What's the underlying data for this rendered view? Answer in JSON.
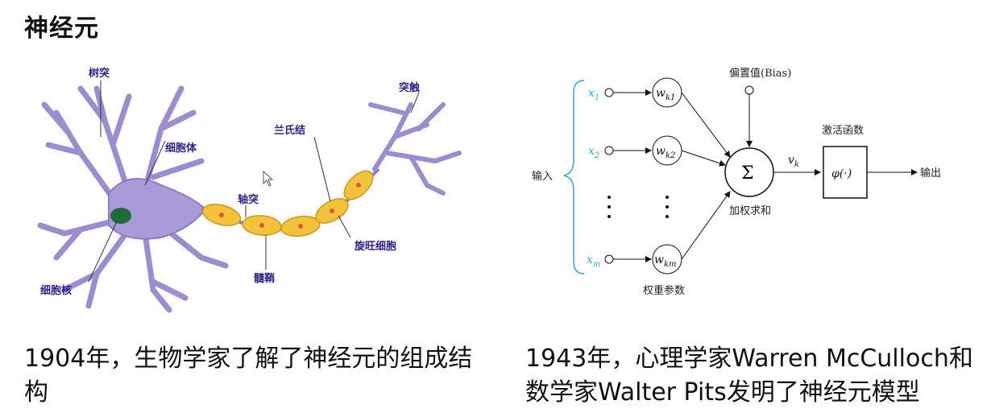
{
  "title": "神经元",
  "neuron": {
    "labels": {
      "dendrite": "树突",
      "cell_body": "细胞体",
      "synapse": "突触",
      "ranvier": "兰氏结",
      "axon": "轴突",
      "schwann": "旋旺细胞",
      "myelin": "髓鞘",
      "nucleus": "细胞核"
    },
    "colors": {
      "body": "#a99ad8",
      "myelin": "#f2c23a",
      "nucleus": "#1f6b3a"
    }
  },
  "model": {
    "inputs_label": "输入",
    "inputs": [
      {
        "var": "x",
        "sub": "1",
        "weight": "w",
        "wsub": "k1"
      },
      {
        "var": "x",
        "sub": "2",
        "weight": "w",
        "wsub": "k2"
      },
      {
        "var": "x",
        "sub": "m",
        "weight": "w",
        "wsub": "km"
      }
    ],
    "bias_label": "偏置值(Bias)",
    "sum_symbol": "Σ",
    "sum_label": "加权求和",
    "v_label": "v",
    "v_sub": "k",
    "activation_label": "激活函数",
    "activation_symbol": "φ(·)",
    "output_label": "输出",
    "weights_label": "权重参数",
    "colors": {
      "input_var": "#3aa7d9",
      "brace": "#3aa7d9"
    }
  },
  "captions": {
    "left": "1904年，生物学家了解了神经元的组成结构",
    "right": "1943年，心理学家Warren McCulloch和数学家Walter Pits发明了神经元模型"
  }
}
